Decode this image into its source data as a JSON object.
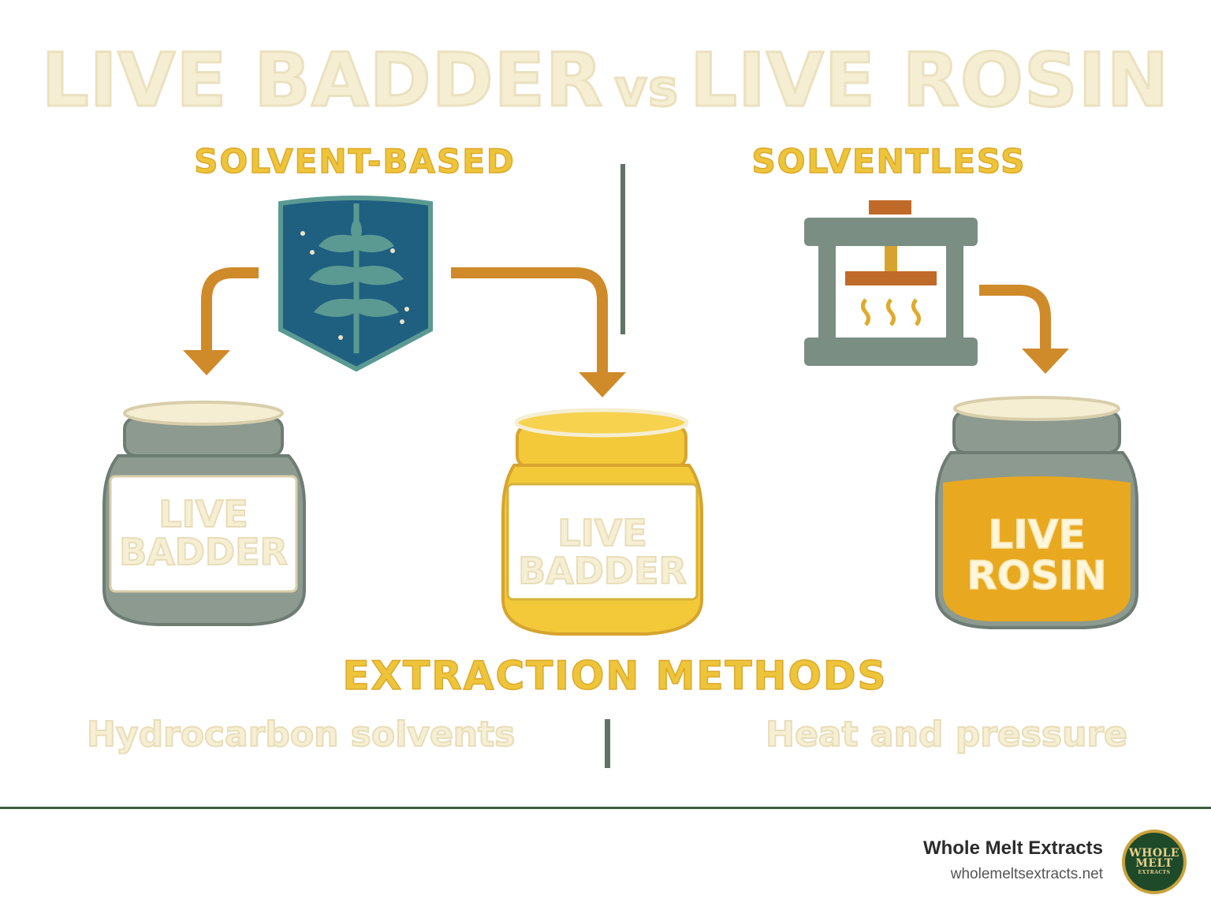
{
  "title": {
    "left": "LIVE BADDER",
    "vs": "vs",
    "right": "LIVE ROSIN"
  },
  "sections": {
    "left": "SOLVENT-BASED",
    "right": "SOLVENTLESS",
    "bottom": "EXTRACTION METHODS"
  },
  "jars": [
    {
      "line1": "LIVE",
      "line2": "BADDER"
    },
    {
      "line1": "LIVE",
      "line2": "BADDER"
    },
    {
      "line1": "LIVE",
      "line2": "ROSIN"
    }
  ],
  "methods": {
    "left": "Hydrocarbon solvents",
    "right": "Heat and pressure"
  },
  "footer": {
    "brand": "Whole Melt Extracts",
    "url": "wholemeltsextracts.net"
  },
  "logo": {
    "line1": "WHOLE",
    "line2": "MELT",
    "line3": "EXTRACTS"
  },
  "colors": {
    "arrow": "#cf8a2a",
    "press": "#7b8e84",
    "accent": "#eec53a",
    "shield": "#1f5f80",
    "leaf": "#5a9a92"
  },
  "icons": [
    "plant-shield-icon",
    "rosin-press-icon",
    "arrow-icon",
    "jar-icon"
  ]
}
